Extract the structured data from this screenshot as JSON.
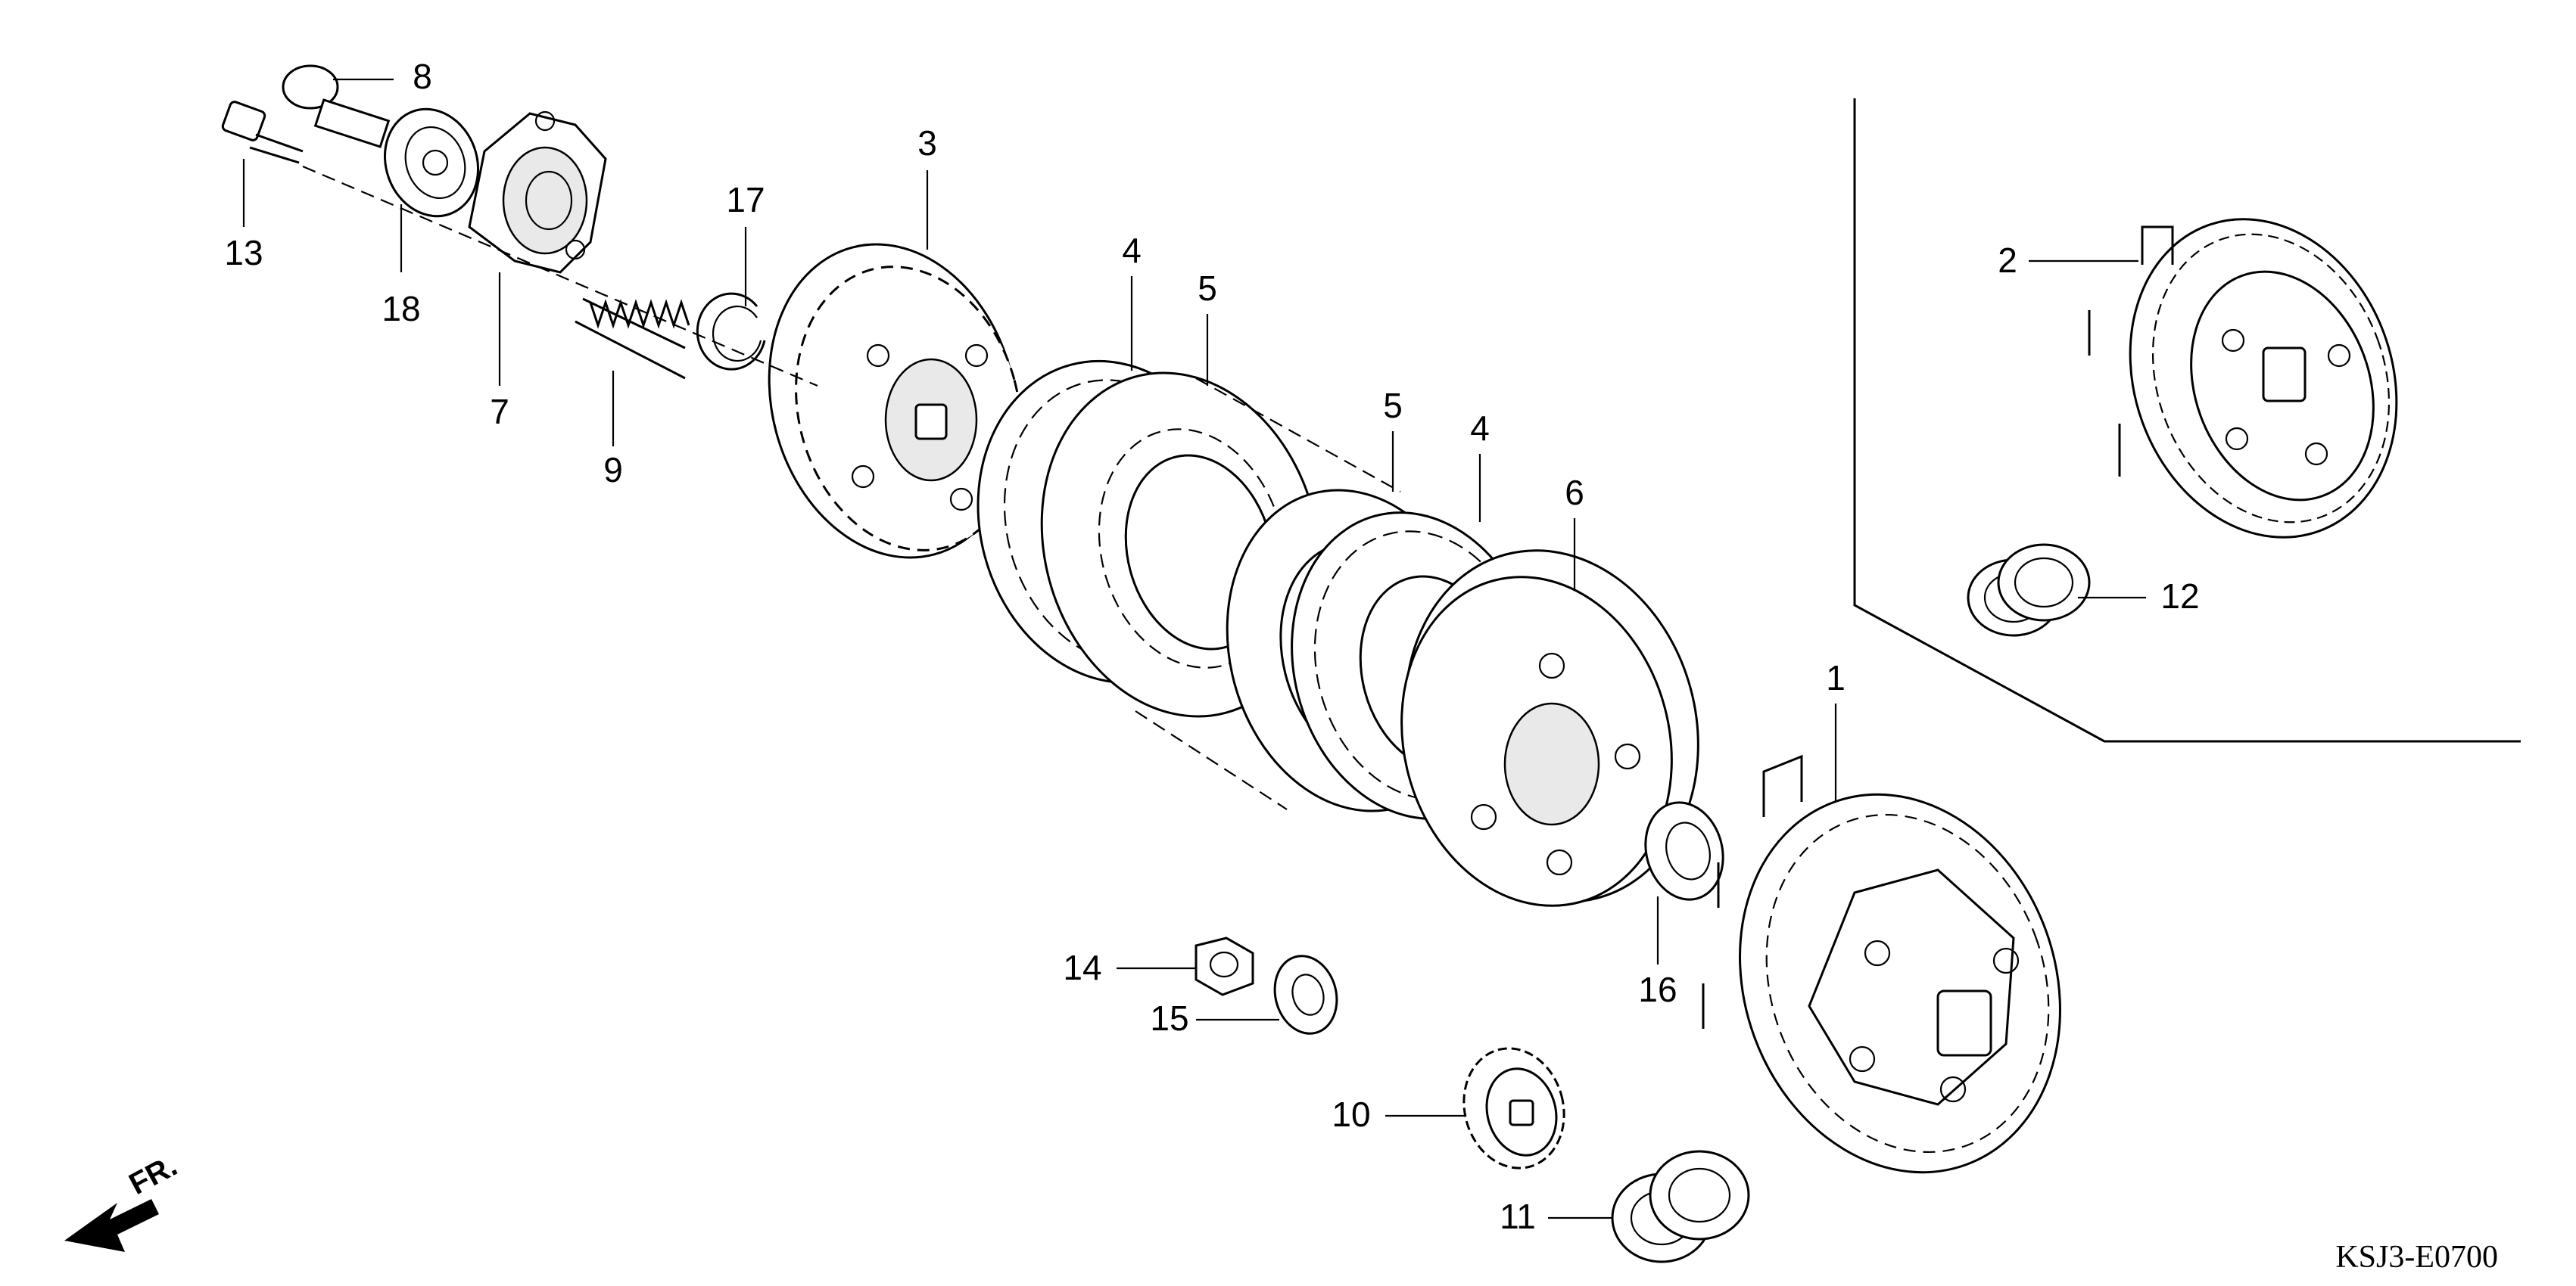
{
  "callouts": {
    "c1": "1",
    "c2": "2",
    "c3": "3",
    "c4a": "4",
    "c4b": "4",
    "c5a": "5",
    "c5b": "5",
    "c6": "6",
    "c7": "7",
    "c8": "8",
    "c9": "9",
    "c10": "10",
    "c11": "11",
    "c12": "12",
    "c13": "13",
    "c14": "14",
    "c15": "15",
    "c16": "16",
    "c17": "17",
    "c18": "18"
  },
  "direction_label": "FR.",
  "diagram_code": "KSJ3-E0700"
}
